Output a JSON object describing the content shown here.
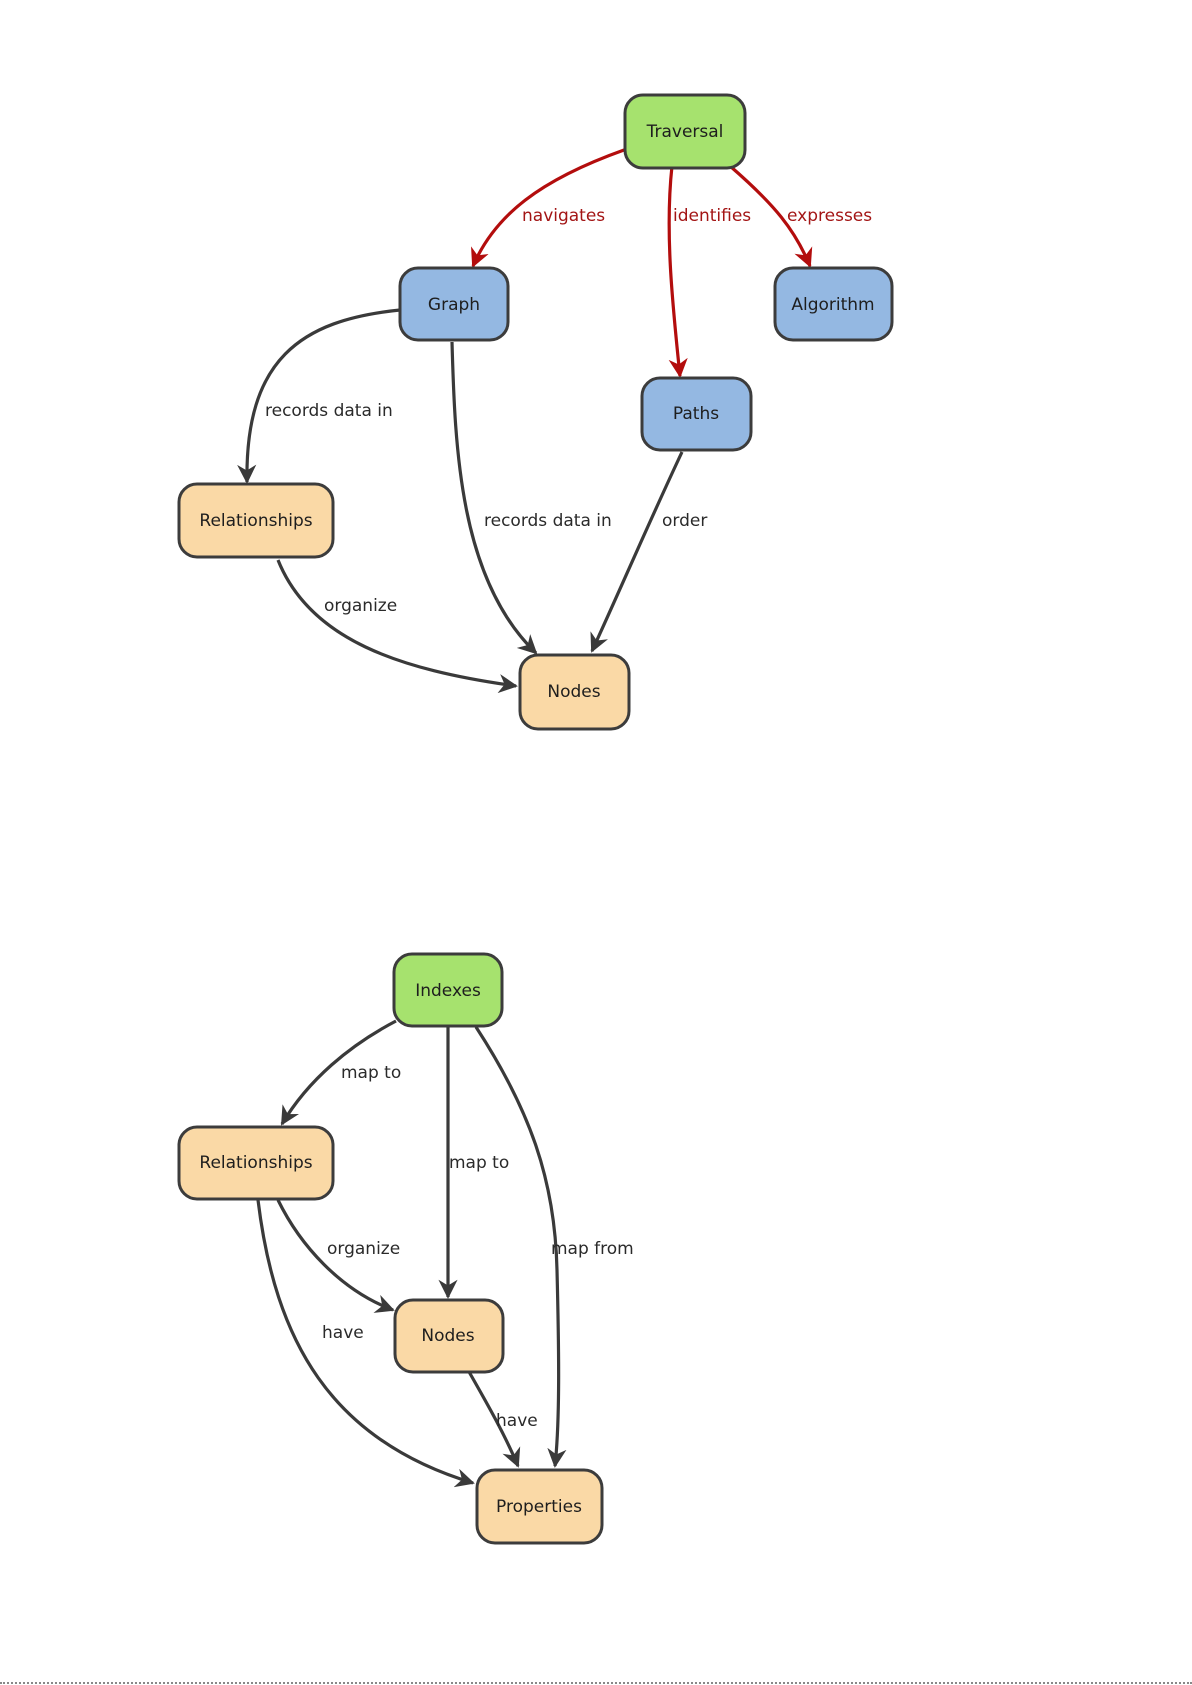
{
  "colors": {
    "green": "#a6e26e",
    "blue": "#94b8e2",
    "peach": "#fad9a6",
    "border": "#3c3c3c",
    "edge_dark": "#3a3a3a",
    "edge_red": "#b30d0d"
  },
  "diagram1": {
    "nodes": {
      "traversal": "Traversal",
      "graph": "Graph",
      "algorithm": "Algorithm",
      "paths": "Paths",
      "relationships": "Relationships",
      "nodes": "Nodes"
    },
    "edges": {
      "navigates": "navigates",
      "identifies": "identifies",
      "expresses": "expresses",
      "graph_rel": "records data in",
      "graph_nodes": "records data in",
      "paths_nodes": "order",
      "rel_nodes": "organize"
    }
  },
  "diagram2": {
    "nodes": {
      "indexes": "Indexes",
      "relationships": "Relationships",
      "nodes": "Nodes",
      "properties": "Properties"
    },
    "edges": {
      "idx_rel": "map to",
      "idx_nodes": "map to",
      "idx_props": "map from",
      "rel_nodes": "organize",
      "rel_props": "have",
      "nodes_props": "have"
    }
  }
}
